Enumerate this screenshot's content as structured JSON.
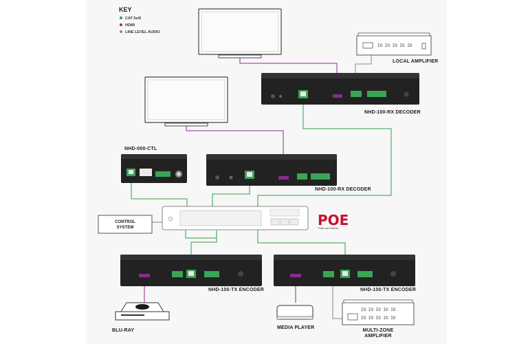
{
  "key": {
    "title": "KEY",
    "items": [
      {
        "label": "CAT 5e/6",
        "color": "#2e9d49"
      },
      {
        "label": "HDMI",
        "color": "#8b2b8f"
      },
      {
        "label": "LINE LEVEL AUDIO",
        "color": "#888888"
      }
    ]
  },
  "labels": {
    "local_amplifier": "LOCAL AMPLIFIER",
    "rx_decoder_top": "NHD-100-RX DECODER",
    "ctl": "NHD-000-CTL",
    "rx_decoder_mid": "NHD-100-RX DECODER",
    "control_system_line1": "CONTROL",
    "control_system_line2": "SYSTEM",
    "tx_encoder_left": "NHD-100-TX ENCODER",
    "tx_encoder_right": "NHD-100-TX ENCODER",
    "blu_ray": "BLU-RAY",
    "media_player": "MEDIA PLAYER",
    "multizone_line1": "MULTI-ZONE",
    "multizone_line2": "AMPLIFIER"
  },
  "poe": {
    "logo": "POE",
    "tagline": "Power over Ethernet"
  },
  "amp_display": "IO IO IO IO IO",
  "colors": {
    "cat": "#2e9d49",
    "hdmi": "#8b2b8f",
    "audio": "#888888",
    "device": "#222222",
    "port_green": "#3aa655"
  }
}
